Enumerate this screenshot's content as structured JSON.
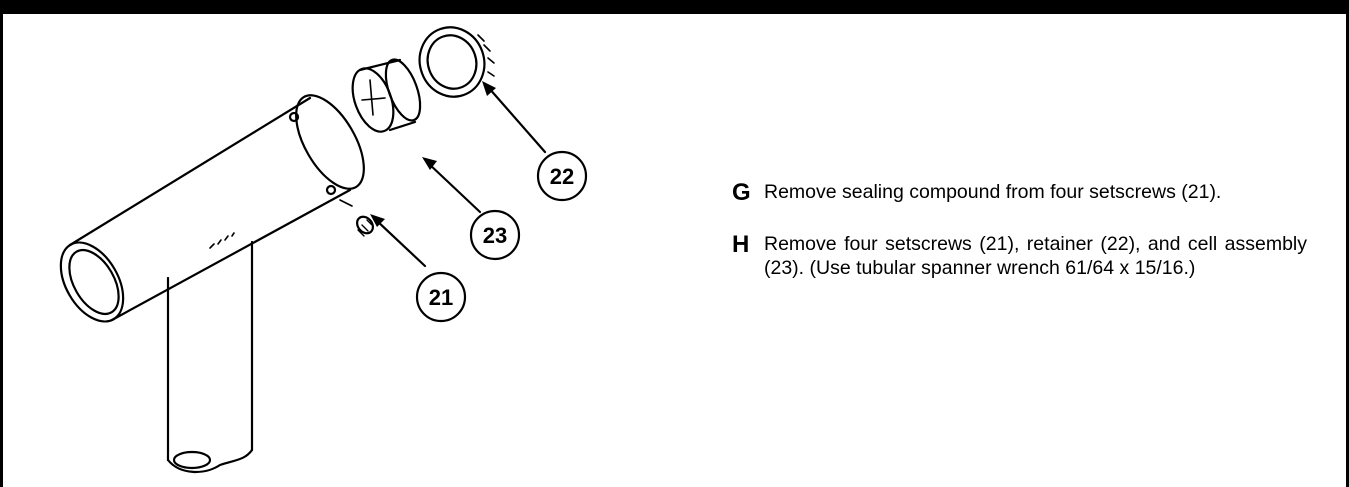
{
  "callouts": [
    {
      "id": "22",
      "label": "22"
    },
    {
      "id": "23",
      "label": "23"
    },
    {
      "id": "21",
      "label": "21"
    }
  ],
  "steps": [
    {
      "letter": "G",
      "text": "Remove sealing compound from four setscrews (21)."
    },
    {
      "letter": "H",
      "text": "Remove four setscrews (21), retainer (22), and cell assembly (23). (Use tubular spanner wrench 61/64 x 15/16.)"
    }
  ]
}
